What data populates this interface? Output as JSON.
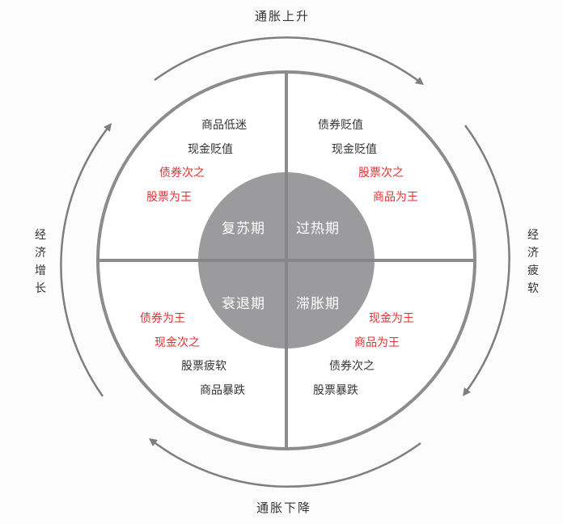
{
  "colors": {
    "line": "#8c8c8e",
    "inner_circle": "#9b9b9d",
    "arrow": "#7d7e82",
    "text": "#333333",
    "highlight": "#e0312f",
    "phase_text": "#ffffff"
  },
  "arrows": {
    "top": "通胀上升",
    "bottom": "通胀下降",
    "left": [
      "经",
      "济",
      "增",
      "长"
    ],
    "right": [
      "经",
      "济",
      "疲",
      "软"
    ]
  },
  "phases": {
    "top_left": "复苏期",
    "top_right": "过热期",
    "bottom_left": "衰退期",
    "bottom_right": "滞胀期"
  },
  "quadrants": {
    "top_left": [
      {
        "text": "商品低迷",
        "highlight": false
      },
      {
        "text": "现金贬值",
        "highlight": false
      },
      {
        "text": "债券次之",
        "highlight": true
      },
      {
        "text": "股票为王",
        "highlight": true
      }
    ],
    "top_right": [
      {
        "text": "债券贬值",
        "highlight": false
      },
      {
        "text": "现金贬值",
        "highlight": false
      },
      {
        "text": "股票次之",
        "highlight": true
      },
      {
        "text": "商品为王",
        "highlight": true
      }
    ],
    "bottom_left": [
      {
        "text": "债券为王",
        "highlight": true
      },
      {
        "text": "现金次之",
        "highlight": true
      },
      {
        "text": "股票疲软",
        "highlight": false
      },
      {
        "text": "商品暴跌",
        "highlight": false
      }
    ],
    "bottom_right": [
      {
        "text": "现金为王",
        "highlight": true
      },
      {
        "text": "商品为王",
        "highlight": true
      },
      {
        "text": "债券次之",
        "highlight": false
      },
      {
        "text": "股票暴跌",
        "highlight": false
      }
    ]
  }
}
